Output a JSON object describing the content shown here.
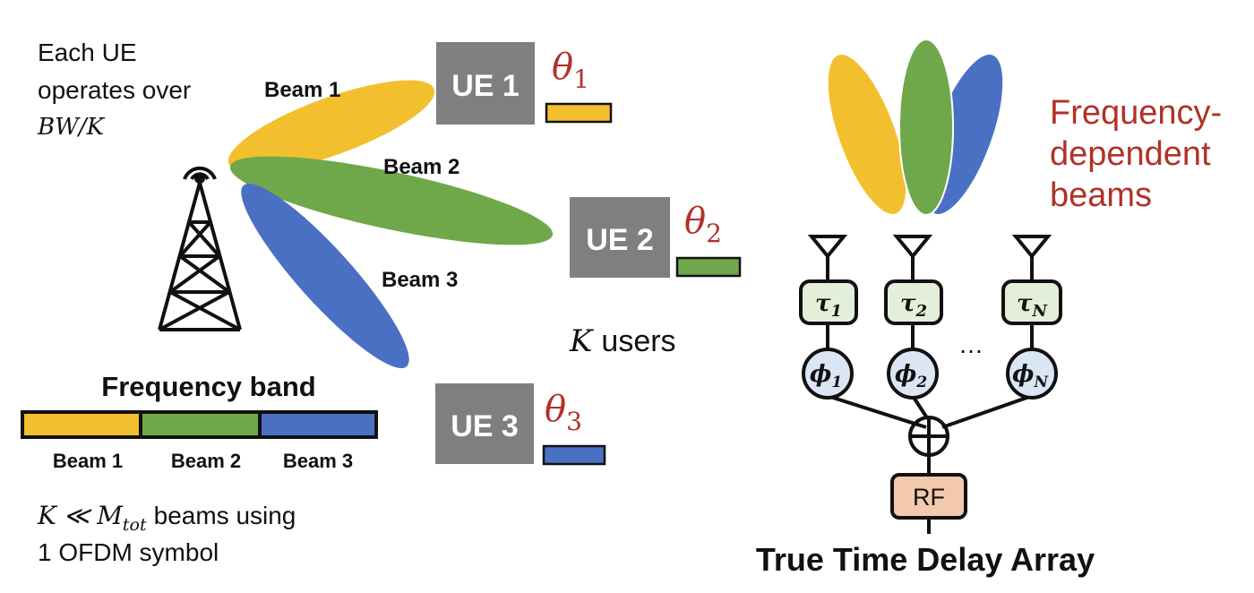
{
  "left_note": {
    "line1": "Each UE",
    "line2": "operates over",
    "line3": "BW/K"
  },
  "beams": [
    {
      "label": "Beam 1",
      "color": "#f2c02e"
    },
    {
      "label": "Beam 2",
      "color": "#6fa84a"
    },
    {
      "label": "Beam 3",
      "color": "#4a70c4"
    }
  ],
  "ues": [
    {
      "label": "UE 1",
      "angle_symbol": "θ",
      "angle_sub": "1",
      "color": "#f2c02e"
    },
    {
      "label": "UE 2",
      "angle_symbol": "θ",
      "angle_sub": "2",
      "color": "#6fa84a"
    },
    {
      "label": "UE 3",
      "angle_symbol": "θ",
      "angle_sub": "3",
      "color": "#4a70c4"
    }
  ],
  "k_users": {
    "symbol": "K",
    "text": "users"
  },
  "frequency_band": {
    "title": "Frequency band",
    "segments": [
      "Beam 1",
      "Beam 2",
      "Beam 3"
    ]
  },
  "bottom_note": {
    "k": "K",
    "ll": "≪",
    "m": "M",
    "m_sub": "tot",
    "rest": "beams using",
    "line2": "1 OFDM symbol"
  },
  "freq_dependent_label": [
    "Frequency-",
    "dependent",
    "beams"
  ],
  "ttd": {
    "delays": [
      {
        "symbol": "τ",
        "sub": "1"
      },
      {
        "symbol": "τ",
        "sub": "2"
      },
      {
        "symbol": "τ",
        "sub": "N"
      }
    ],
    "phases": [
      {
        "symbol": "ϕ",
        "sub": "1"
      },
      {
        "symbol": "ϕ",
        "sub": "2"
      },
      {
        "symbol": "ϕ",
        "sub": "N"
      }
    ],
    "ellipsis": "…",
    "rf_label": "RF",
    "title": "True Time Delay Array",
    "delay_fill": "#e4efd9",
    "phase_fill": "#dbe6f4",
    "rf_fill": "#f3c9ad"
  }
}
